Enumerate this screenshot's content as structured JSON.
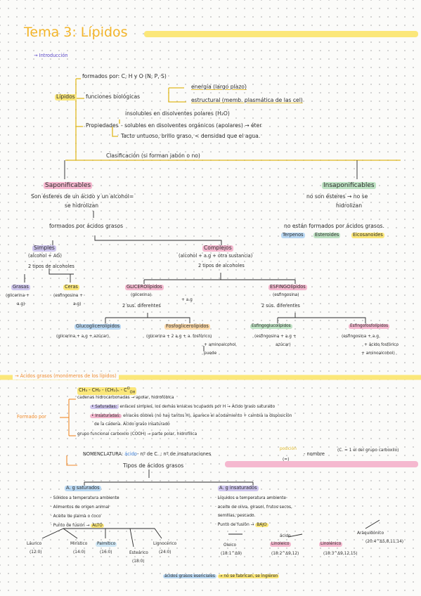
{
  "title": "Tema 3: Lípidos",
  "intro": "→ Introducción",
  "lipidos": "Lípidos",
  "formados_por": "formados por: C, H y O (N, P, S)",
  "funciones": "funciones biológicas",
  "energia": "energía (largo plazo)",
  "estructural": "estructural (memb. plasmática de las cel)",
  "propiedades": "Propiedades",
  "insolubles": "insolubles en disolventes polares (H₂O)",
  "solubles": "- solubles en disolventes orgánicos (apolares) → éter",
  "tacto": "Tacto untuoso, brillo graso, < densidad que el agua.",
  "clasificacion": "Clasificación (si forman jabón o no)",
  "saponificables": "Saponificables",
  "sapon_desc1": "Son ésteres de un ácido y un alcohol=",
  "sapon_desc2": "se hidrolizan",
  "formados_ag": "formados por ácidos grasos",
  "insaponificables": "Insaponificables",
  "insap_desc1": "no son ésteres → no se",
  "insap_desc2": "hidrolizan",
  "no_estan": "no están formados por ácidos grasos.",
  "terpenos": "Terpenos",
  "esteroides": "Esteroides",
  "eicosanoides": "Eicosanoides",
  "simples": "Simples",
  "simples_sub": "(alcohol + AG)",
  "dos_tipos_alcoholes": "2 tipos de alcoholes",
  "grasas": "Grasas",
  "grasas_sub1": "(glicerina +",
  "grasas_sub2": "a.g)",
  "ceras": "Ceras",
  "ceras_sub1": "(esfingosina +",
  "ceras_sub2": "a.g)",
  "complejos": "Complejos",
  "complejos_sub": "(alcohol + a.g + otra sustancia)",
  "dos_tipos_alc2": "2 tipos de alcoholes",
  "glicerolipidos": "GLICEROlípidos",
  "glicerolipidos_sub": "(glicerina)",
  "mas_ag": "+ a.g",
  "dos_sus": "2 sus. diferentes",
  "esfingolipidos": "ESFINGOlípidos",
  "esfingolipidos_sub": "(esfingosina)",
  "dos_sus2": "2 sus. diferentes",
  "glucoglicero": "Glucoglicerolípidos",
  "glucoglicero_sub": "(glicerina + a.g + azúcar)",
  "fosfoglicero": "Fosfoglicerolípidos",
  "fosfoglicero_sub": "(glicerina + 2 a.g + a. fosfórico)",
  "aminoalcohol": "+ aminoalcohol",
  "puede": "puede",
  "esfingogluco": "Esfingoglucolípidos",
  "esfingogluco_sub1": "(esfingosina + a.g +",
  "esfingogluco_sub2": "azúcar)",
  "esfingofosfo": "Esfingofosfolípidos",
  "esfingofosfo_sub1": "(esfingosina + a.g",
  "esfingofosfo_sub2": "+ ácido fosfórico",
  "esfingofosfo_sub3": "+ aminoalcohol)",
  "acidos_grasos": "→ Ácidos grasos (monómeros de los lípidos)",
  "formula": "CH₃ - CH₂ - (CH₂)ₙ - C",
  "formula_o": "O",
  "formula_oh": "OH",
  "formado_por": "Formado por",
  "cadenas": "cadenas hidrocarbonadas → apolar, hidrofóbica",
  "saturadas": "• Saturadas:",
  "saturadas_desc": "enlaces simples, los demás enlaces ocupados por H → Ácido graso saturado",
  "insaturadas": "• Insaturadas:",
  "insaturadas_desc": "enlaces dobles (no hay tantos H), aparece el acodamiento + cambia la disposición",
  "insaturadas_desc2": "de la cadena. Ácido graso insaturado",
  "grupo_funcional": "grupo funcional carboxilo (COOH) → parte polar, hidrofílica",
  "nomenclatura": "NOMENCLATURA:",
  "nom_acido": "ácido",
  "nom_rest": "- nº de C. : nº de insaturaciones",
  "posicion": "posición",
  "posicion_eq": "(=)",
  "nom_nombre": "- nombre",
  "nom_nota": "(C. = 1 el del grupo carboxilo)",
  "tipos_ag": "Tipos de ácidos grasos",
  "ag_saturados": "A. g saturados",
  "sat_1": "· Sólidos a temperatura ambiente",
  "sat_2": "· Alimentos de origen animal",
  "sat_3": "· Aceite de palma o coco",
  "sat_4": "· Punto de fusión →",
  "alto": "ALTO",
  "ag_insaturados": "A. g insaturados",
  "ins_1": "· Líquidos a temperatura ambiente",
  "ins_2": "· aceite de oliva, girasol, frutos secos,",
  "ins_2b": "semillas, pescado.",
  "ins_3": "· Punto de fusión →",
  "bajo": "BAJO",
  "acido": "ácido",
  "laurico": "Láurico",
  "laurico_n": "(12:0)",
  "miristico": "Mirístico",
  "miristico_n": "(14:0)",
  "palmitico": "Palmítico",
  "palmitico_n": "(16:0)",
  "estearico": "Esteárico",
  "estearico_n": "(18:0)",
  "lignocerico": "Lignocérico",
  "lignocerico_n": "(24:0)",
  "oleico": "Oleico",
  "oleico_n": "(18:1^Δ9)",
  "linoleico": "Linoleico",
  "linoleico_n": "(18:2^Δ9,12)",
  "linolenico": "Linolénico",
  "linolenico_n": "(18:3^Δ9,12,15)",
  "araquidonico": "Araquidónico",
  "araquidonico_n": "(20:4^Δ5,8,11,14)",
  "esenciales": "ácidos grasos esenciales",
  "esenciales_rest": "→ no se fabrican, se ingieren",
  "colors": {
    "yellow": "#fbe77a",
    "pink": "#f5b8cf",
    "blue": "#b9d8f3",
    "green": "#bfe3c4",
    "violet": "#cfc6ee",
    "orange": "#f08a2a"
  }
}
